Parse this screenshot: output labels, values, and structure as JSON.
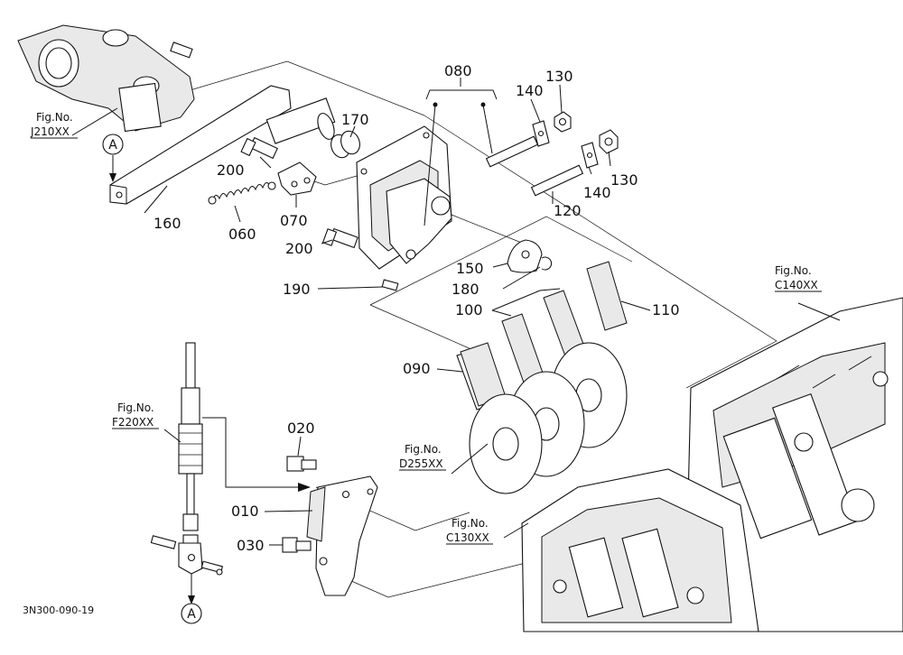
{
  "diagram_code": "3N300-090-19",
  "fig_refs": {
    "j210": {
      "label": "Fig.No.",
      "code": "J210XX"
    },
    "c140": {
      "label": "Fig.No.",
      "code": "C140XX"
    },
    "f220": {
      "label": "Fig.No.",
      "code": "F220XX"
    },
    "d255": {
      "label": "Fig.No.",
      "code": "D255XX"
    },
    "c130": {
      "label": "Fig.No.",
      "code": "C130XX"
    }
  },
  "markers": {
    "top": "A",
    "bottom": "A"
  },
  "parts": {
    "p010": "010",
    "p020": "020",
    "p030": "030",
    "p060": "060",
    "p070": "070",
    "p080": "080",
    "p090": "090",
    "p100": "100",
    "p110": "110",
    "p120": "120",
    "p130a": "130",
    "p130b": "130",
    "p140a": "140",
    "p140b": "140",
    "p150": "150",
    "p160": "160",
    "p170": "170",
    "p180": "180",
    "p190": "190",
    "p200a": "200",
    "p200b": "200"
  }
}
